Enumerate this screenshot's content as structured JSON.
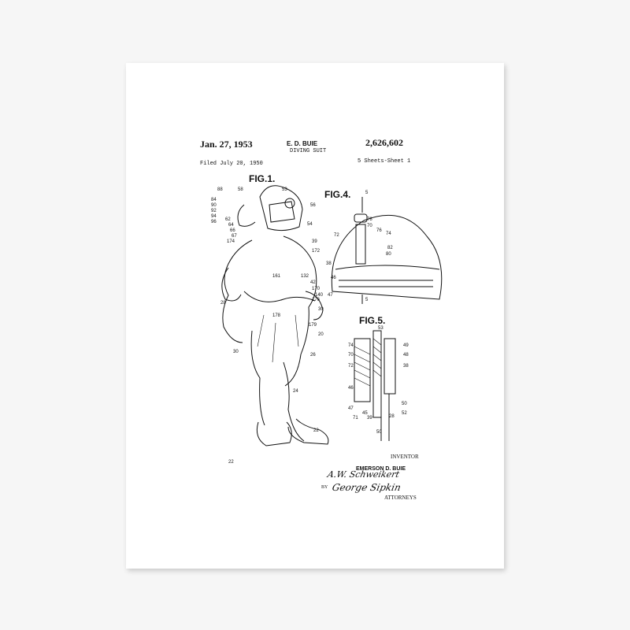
{
  "patent": {
    "date": "Jan. 27, 1953",
    "inventor_header": "E. D. BUIE",
    "title": "DIVING SUIT",
    "number": "2,626,602",
    "filed": "Filed July 20, 1950",
    "sheets": "5 Sheets-Sheet 1"
  },
  "figures": {
    "fig1": "FIG.1.",
    "fig4": "FIG.4.",
    "fig5": "FIG.5."
  },
  "fig1_numerals": [
    "88",
    "58",
    "53",
    "84",
    "90",
    "92",
    "94",
    "96",
    "56",
    "62",
    "64",
    "66",
    "67",
    "174",
    "54",
    "39",
    "172",
    "161",
    "132",
    "42",
    "170",
    "28",
    "178",
    "176",
    "140",
    "30",
    "179",
    "20",
    "26",
    "30",
    "24",
    "22",
    "22"
  ],
  "fig4_numerals": [
    "5",
    "78",
    "70",
    "72",
    "76",
    "74",
    "82",
    "80",
    "38",
    "46",
    "47",
    "5"
  ],
  "fig5_numerals": [
    "53",
    "74",
    "49",
    "70",
    "48",
    "72",
    "38",
    "46",
    "47",
    "45",
    "71",
    "39",
    "50",
    "28",
    "52",
    "50"
  ],
  "signature_block": {
    "inventor_label": "INVENTOR",
    "inventor_name": "EMERSON D. BUIE",
    "by": "BY",
    "signature_1": "A.W. Schweikert",
    "signature_2": "George Sipkin",
    "attorneys_label": "ATTORNEYS"
  }
}
